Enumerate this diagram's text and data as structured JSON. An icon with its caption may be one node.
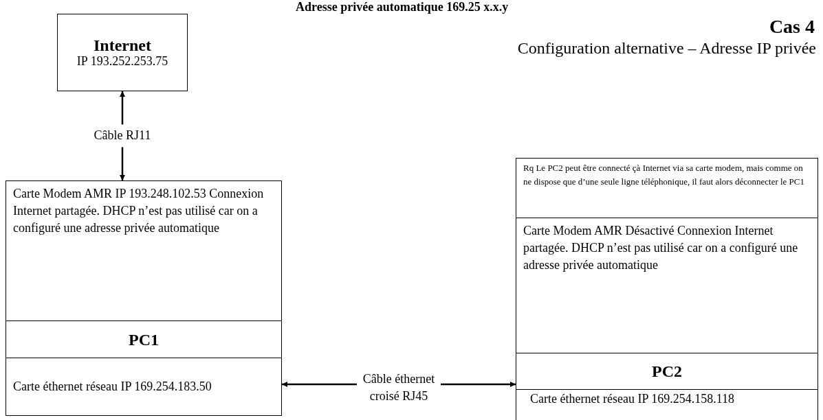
{
  "diagram": {
    "title": "Cas 4",
    "nodes": [
      {
        "text": [
          "Internet",
          "IP 193.252.253.75"
        ]
      },
      {
        "text": [
          "Carte Modem AMR IP 193.248.102.53 Connexion Internet partagée. DHCP n’est pas utilisé car on a configuré une adresse privée automatique"
        ]
      },
      {
        "text": [
          "PC1"
        ]
      },
      {
        "text": [
          "Carte éthernet réseau IP 169.254.183.50"
        ]
      },
      {
        "text": [
          "Rq Le PC2 peut être connecté çà Internet via sa carte modem, mais comme on ne dispose que d’une seule ligne téléphonique, il faut alors déconnecter le PC1"
        ]
      },
      {
        "text": [
          "Carte Modem AMR Désactivé Connexion Internet partagée. DHCP n’est pas utilisé car on a configuré une adresse privée automatique"
        ]
      },
      {
        "text": [
          "PC2"
        ]
      },
      {
        "text": [
          "Carte éthernet réseau IP 169.254.158.118"
        ]
      }
    ],
    "edges": [
      {
        "from": 1,
        "to": 0,
        "arrow": "both",
        "label": "Câble RJ11"
      },
      {
        "from": 3,
        "to": 7,
        "arrow": "both",
        "label": "Câble éthernet croisé RJ45"
      }
    ],
    "labels": [
      "Adresse privée automatique 169.25 x.x.y",
      "Configuration alternative – Adresse IP privée"
    ]
  }
}
